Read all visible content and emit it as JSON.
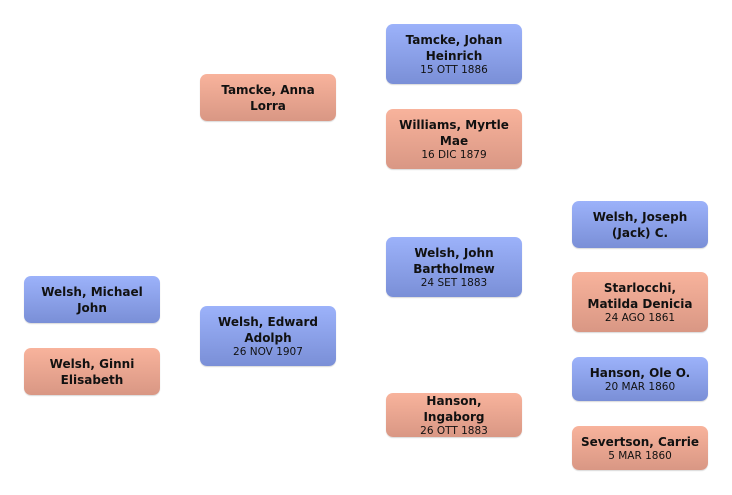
{
  "colors": {
    "male": "#8aa0e8",
    "female": "#eaa590"
  },
  "people": [
    {
      "id": "michael",
      "name": "Welsh, Michael John",
      "date": "",
      "sex": "male"
    },
    {
      "id": "ginni",
      "name": "Welsh, Ginni Elisabeth",
      "date": "",
      "sex": "female"
    },
    {
      "id": "anna",
      "name": "Tamcke, Anna Lorra",
      "date": "",
      "sex": "female"
    },
    {
      "id": "edward",
      "name": "Welsh, Edward Adolph",
      "date": "26 NOV 1907",
      "sex": "male"
    },
    {
      "id": "johan",
      "name": "Tamcke, Johan Heinrich",
      "date": "15 OTT 1886",
      "sex": "male"
    },
    {
      "id": "myrtle",
      "name": "Williams, Myrtle Mae",
      "date": "16 DIC 1879",
      "sex": "female"
    },
    {
      "id": "john",
      "name": "Welsh, John Bartholmew",
      "date": "24 SET 1883",
      "sex": "male"
    },
    {
      "id": "ingaborg",
      "name": "Hanson, Ingaborg",
      "date": "26 OTT 1883",
      "sex": "female"
    },
    {
      "id": "joseph",
      "name": "Welsh, Joseph (Jack) C.",
      "date": "",
      "sex": "male"
    },
    {
      "id": "matilda",
      "name": "Starlocchi, Matilda Denicia",
      "date": "24 AGO 1861",
      "sex": "female"
    },
    {
      "id": "ole",
      "name": "Hanson, Ole O.",
      "date": "20 MAR 1860",
      "sex": "male"
    },
    {
      "id": "carrie",
      "name": "Severtson, Carrie",
      "date": "5 MAR 1860",
      "sex": "female"
    }
  ]
}
